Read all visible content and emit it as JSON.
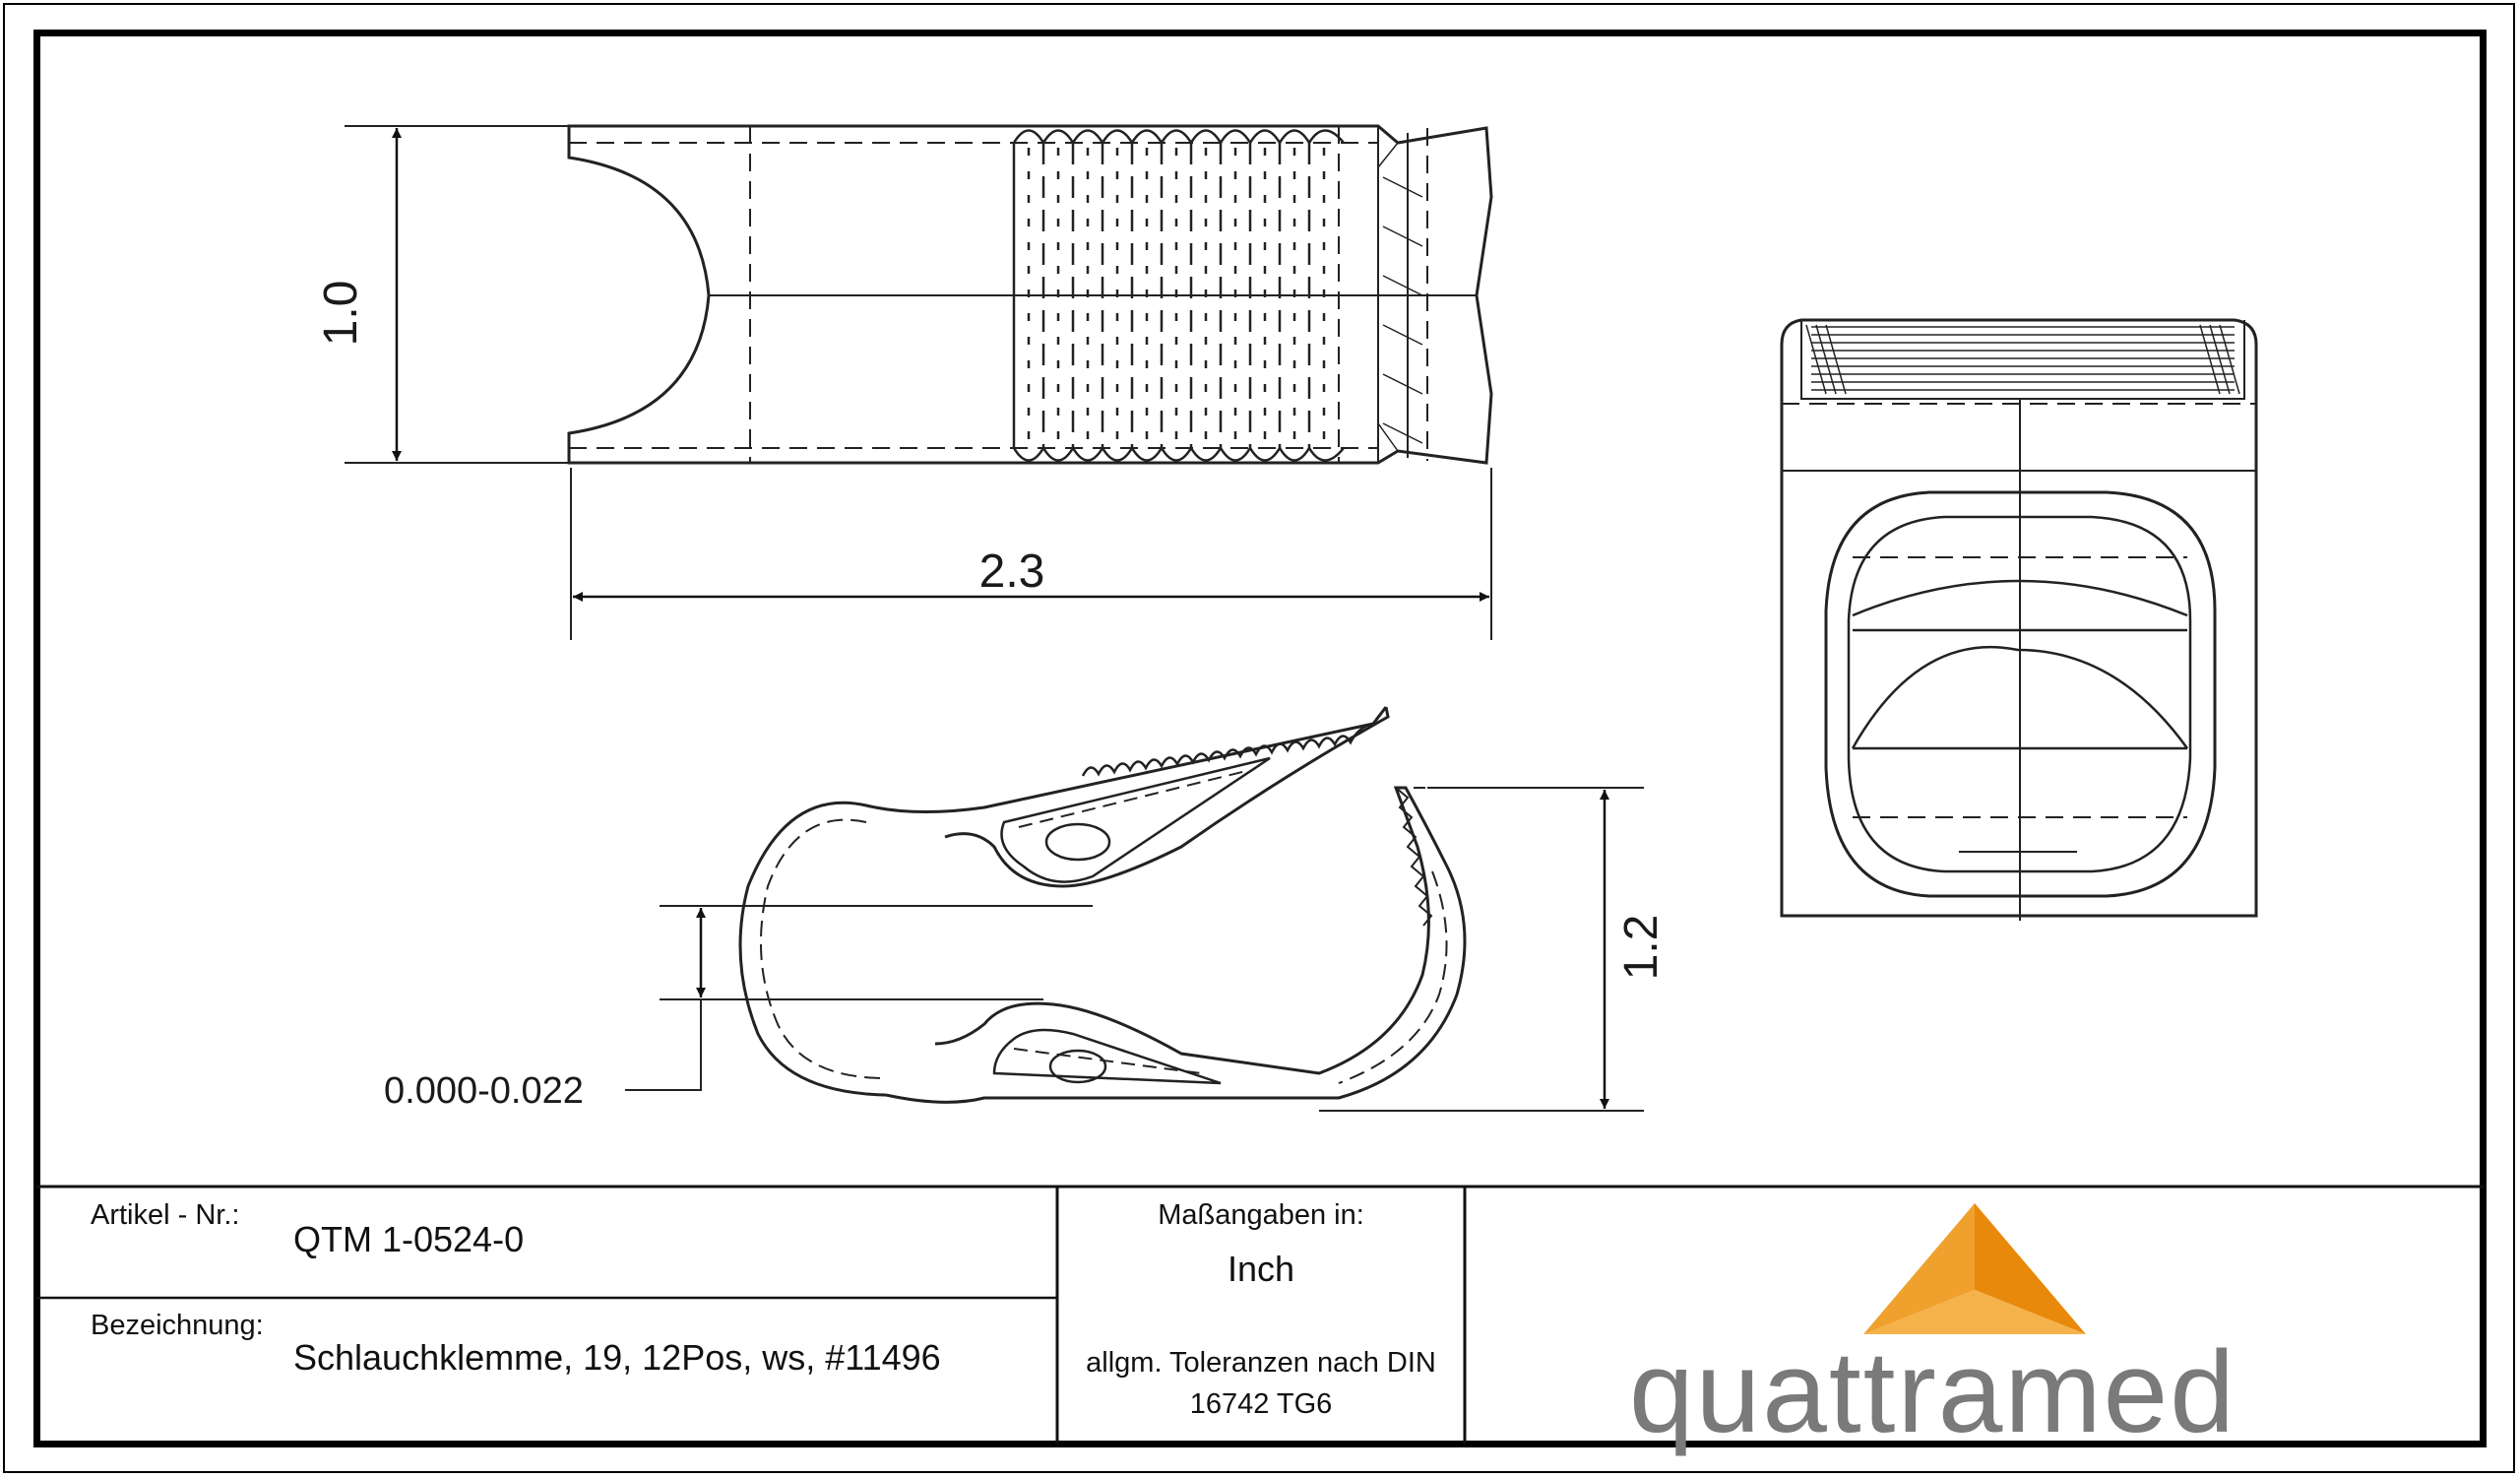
{
  "drawing": {
    "dimensions": {
      "top_height": "1.0",
      "top_length": "2.3",
      "clip_opening": "1.2",
      "gap_tolerance": "0.000-0.022"
    }
  },
  "title_block": {
    "article_label": "Artikel - Nr.:",
    "article_value": "QTM 1-0524-0",
    "designation_label": "Bezeichnung:",
    "designation_value": "Schlauchklemme, 19, 12Pos, ws, #11496",
    "units_label": "Maßangaben in:",
    "units_value": "Inch",
    "tolerance_line1": "allgm. Toleranzen nach DIN",
    "tolerance_line2": "16742 TG6",
    "logo_text": "quattramed",
    "logo_colors": {
      "dark": "#E8890B",
      "light": "#F6B24A",
      "mid": "#F0A02C",
      "text": "#7A7A7A"
    }
  }
}
